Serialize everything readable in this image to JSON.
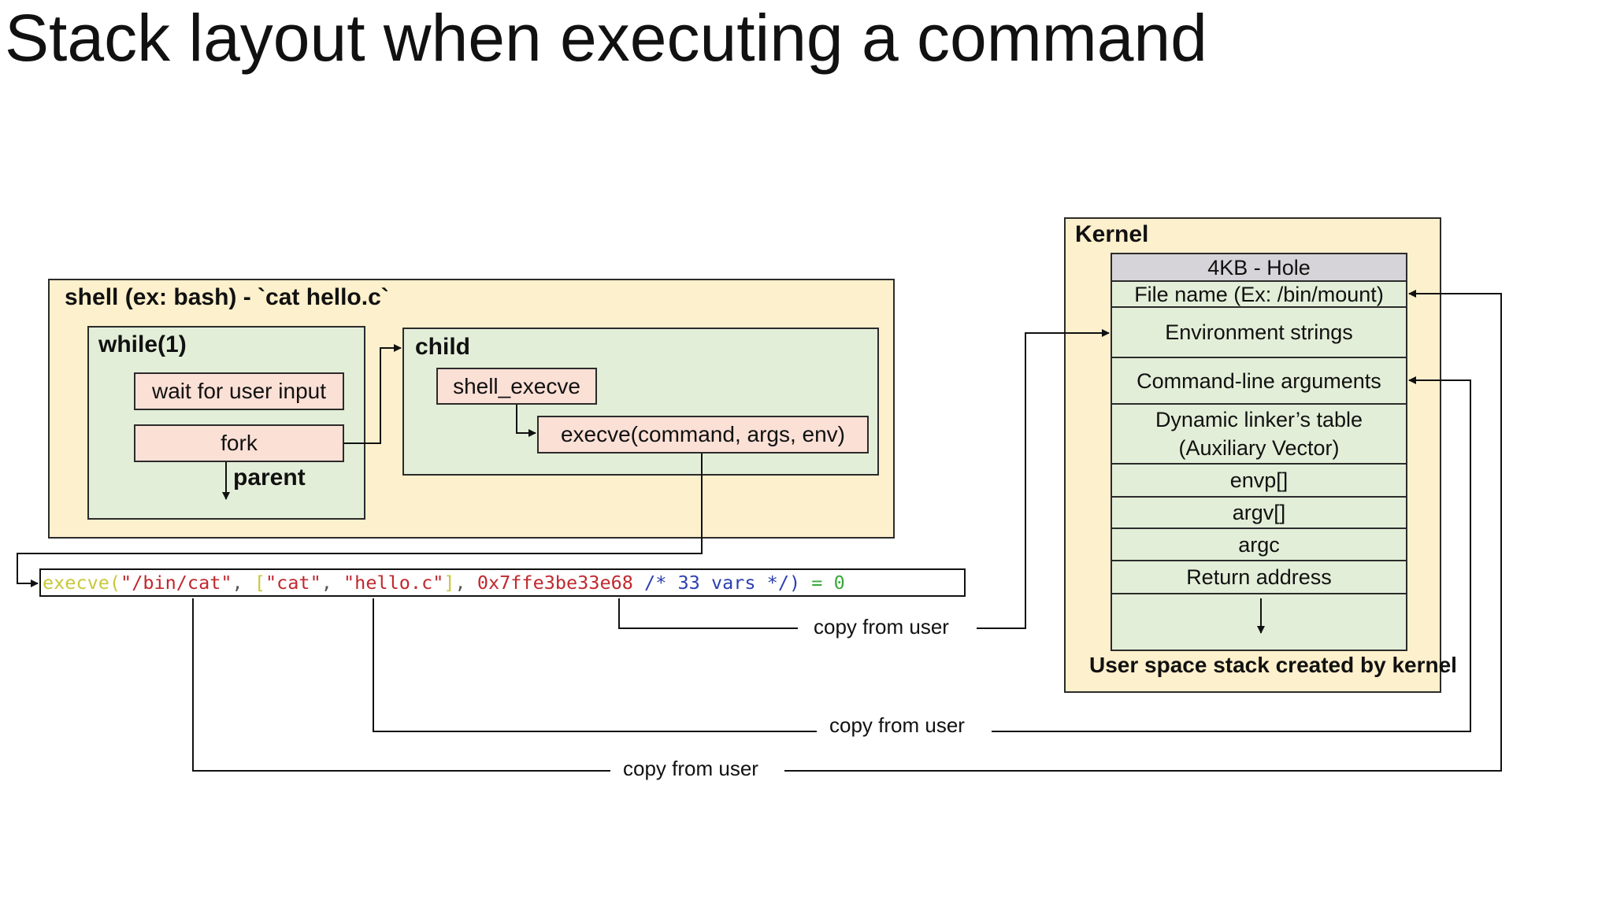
{
  "slide": {
    "title": "Stack layout when executing a command"
  },
  "shell": {
    "label": "shell (ex: bash) - `cat hello.c`",
    "loop": {
      "label": "while(1)",
      "wait_box": "wait for user input",
      "fork_box": "fork",
      "parent_label": "parent"
    },
    "child": {
      "label": "child",
      "shell_execve_box": "shell_execve",
      "execve_box": "execve(command, args, env)"
    }
  },
  "syscall_trace": {
    "fn": "execve",
    "open_paren": "(",
    "path": "\"/bin/cat\"",
    "comma1": ", ",
    "open_bracket": "[",
    "arg0": "\"cat\"",
    "comma2": ", ",
    "arg1": "\"hello.c\"",
    "close_bracket": "]",
    "comma3": ", ",
    "envp_addr": "0x7ffe3be33e68",
    "comment": " /* 33 vars */",
    "close_paren": ")",
    "equals": " = ",
    "ret": "0"
  },
  "kernel": {
    "label": "Kernel",
    "stack_caption": "User space stack created by kernel",
    "stack_cells": [
      "4KB - Hole",
      "File name (Ex: /bin/mount)",
      "Environment strings",
      "Command-line arguments",
      "Dynamic linker’s table\n(Auxiliary Vector)",
      "envp[]",
      "argv[]",
      "argc",
      "Return address"
    ]
  },
  "copy_labels": {
    "env": "copy from user",
    "args": "copy from user",
    "filename": "copy from user"
  },
  "colors": {
    "shell_bg": "#fdf0cc",
    "green_bg": "#e3eed8",
    "pink_bg": "#fbe0d6",
    "hole_bg": "#d6d4d8",
    "code_fn": "#c8c83a",
    "code_string": "#c0282e",
    "code_comment": "#2b3fb0",
    "code_equals": "#38a838"
  }
}
